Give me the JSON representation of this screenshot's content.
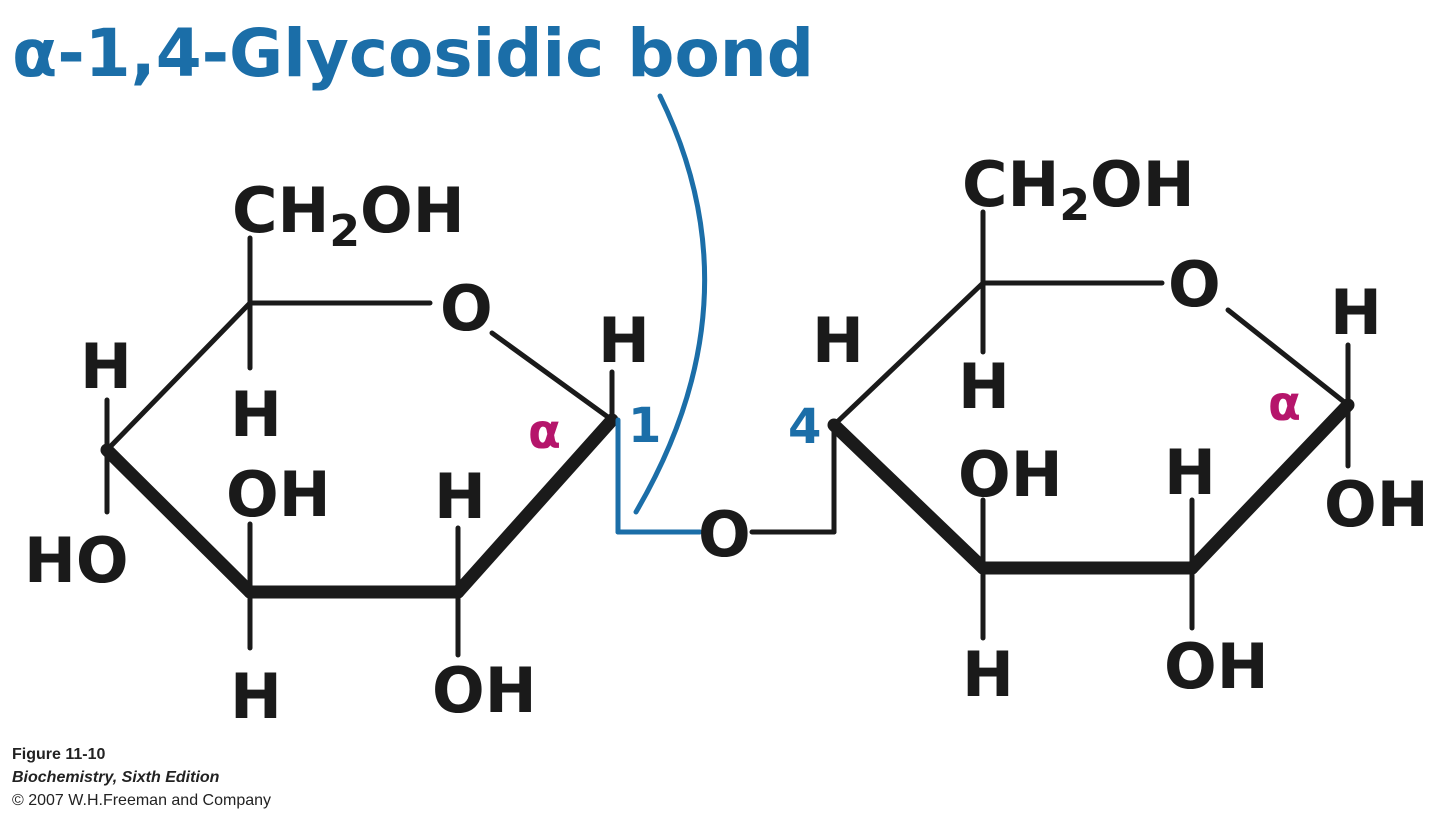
{
  "title": "α-1,4-Glycosidic bond",
  "labels": {
    "ch2oh_main": "CH",
    "ch2oh_sub": "2",
    "ch2oh_tail": "OH",
    "o": "O",
    "h": "H",
    "oh": "OH",
    "ho": "HO",
    "alpha": "α",
    "carbon1": "1",
    "carbon4": "4"
  },
  "caption": {
    "figure": "Figure 11-10",
    "book": "Biochemistry, Sixth Edition",
    "copyright": "© 2007 W.H.Freeman and Company"
  },
  "colors": {
    "accent_blue": "#1b6ea8",
    "alpha_magenta": "#b5156b",
    "ink": "#1a1a1a"
  }
}
